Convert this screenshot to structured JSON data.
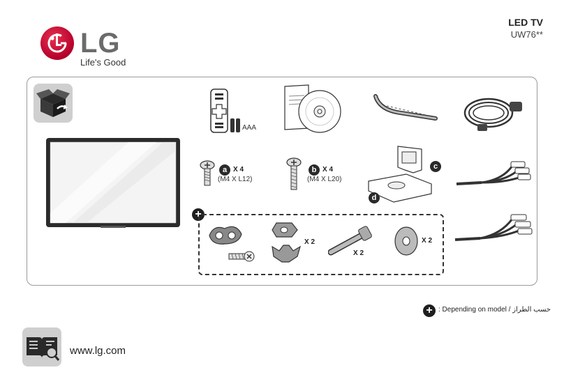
{
  "brand": {
    "name": "LG",
    "tagline": "Life's Good"
  },
  "header": {
    "product": "LED TV",
    "model": "UW76**"
  },
  "accessories": {
    "remote_battery_label": "AAA",
    "screw_a": {
      "letter": "a",
      "qty": "X 4",
      "spec": "(M4 X L12)"
    },
    "screw_b": {
      "letter": "b",
      "qty": "X 4",
      "spec": "(M4 X L20)"
    },
    "stand_body": {
      "letter": "c"
    },
    "stand_base": {
      "letter": "d"
    },
    "optional": {
      "wing_nut_qty": "X 2",
      "long_bolt_qty": "X 2",
      "washer_qty": "X 2"
    }
  },
  "footnote": {
    "arabic": "حسب الطراز",
    "separator": "/",
    "english": ": Depending on model"
  },
  "footer": {
    "website": "www.lg.com"
  },
  "colors": {
    "brand_red": "#c4002f",
    "logo_gray": "#6b6b6b",
    "panel_border": "#9a9a9a",
    "tile_gray": "#cfcfcf"
  }
}
